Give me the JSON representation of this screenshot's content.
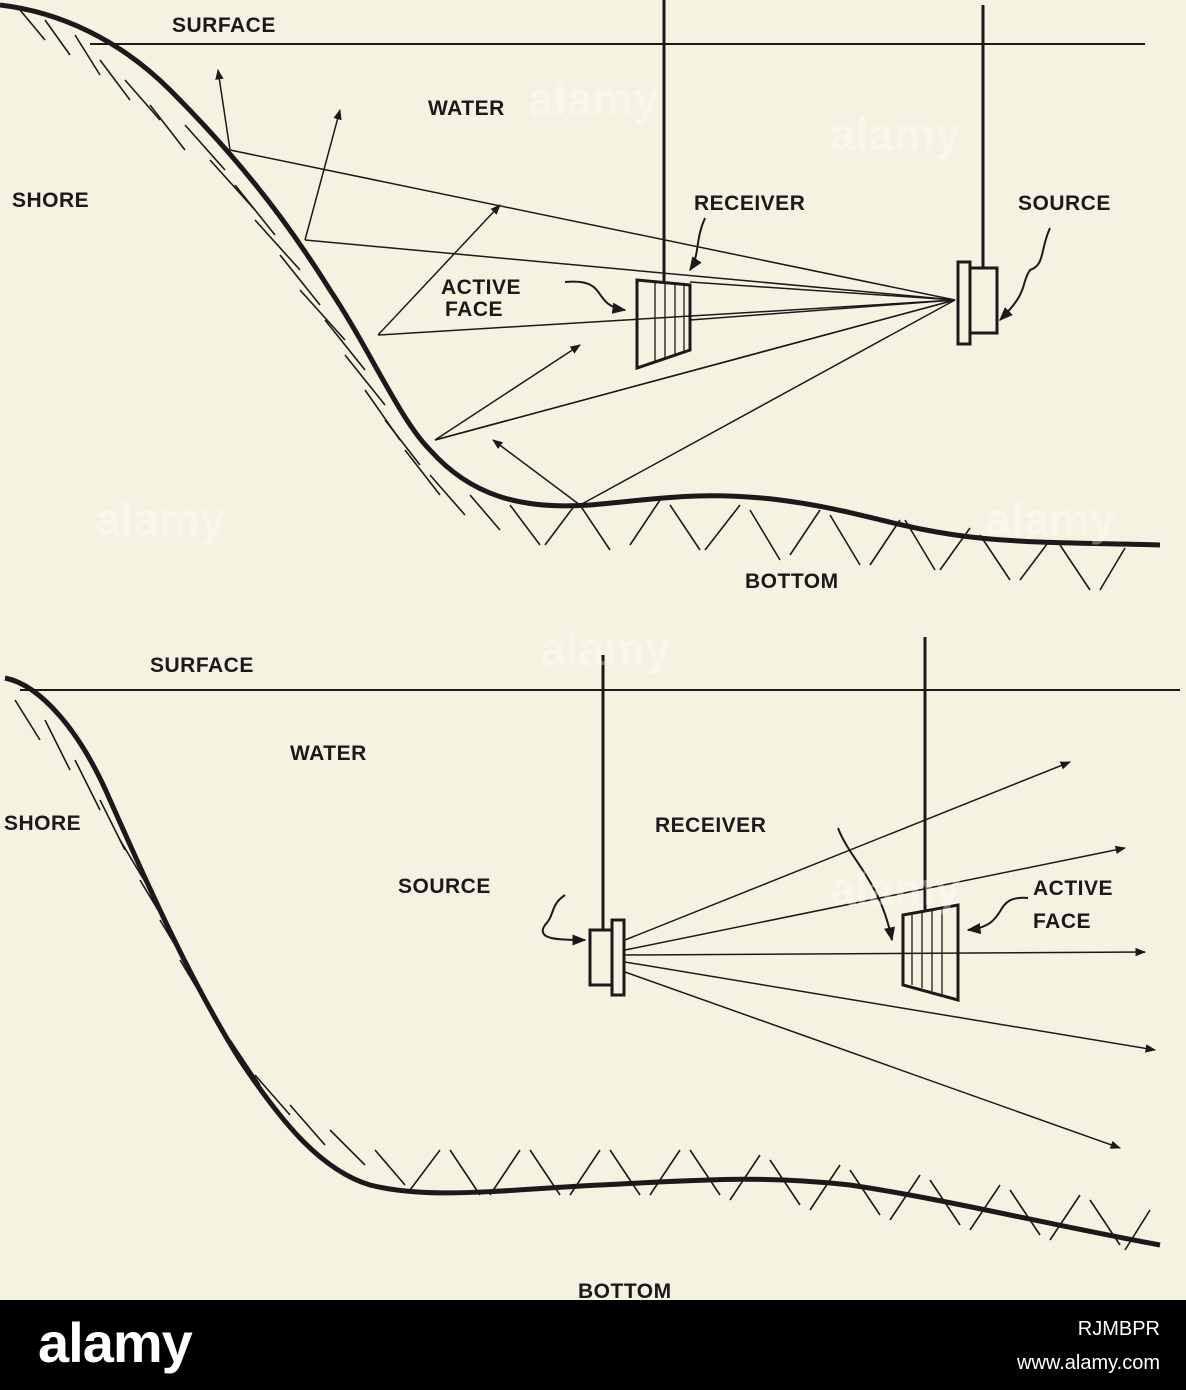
{
  "top_panel": {
    "surface": "SURFACE",
    "water": "WATER",
    "shore": "SHORE",
    "receiver": "RECEIVER",
    "source": "SOURCE",
    "active": "ACTIVE",
    "face": "FACE",
    "bottom": "BOTTOM"
  },
  "bottom_panel": {
    "surface": "SURFACE",
    "water": "WATER",
    "shore": "SHORE",
    "receiver": "RECEIVER",
    "source": "SOURCE",
    "active": "ACTIVE",
    "face": "FACE",
    "bottom": "BOTTOM"
  },
  "watermark": "alamy",
  "footer": {
    "brand": "alamy",
    "image_id": "RJMBPR",
    "site": "www.alamy.com"
  },
  "colors": {
    "paper": "#f6f2e1",
    "ink": "#1a1a1a",
    "footer": "#000000"
  }
}
